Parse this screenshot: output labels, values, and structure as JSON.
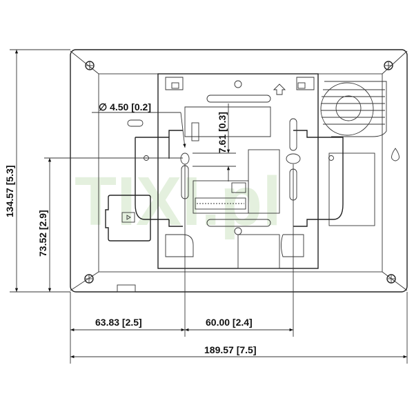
{
  "watermark": "TIXI.pl",
  "dimensions": {
    "height_total": "134.57  [5.3]",
    "height_mount": "73.52  [2.9]",
    "hole_diameter": "∅ 4.50  [0.2]",
    "hole_offset": "7.61  [0.3]",
    "left_to_hole": "63.83  [2.5]",
    "hole_spacing": "60.00  [2.4]",
    "width_total": "189.57  [7.5]"
  }
}
